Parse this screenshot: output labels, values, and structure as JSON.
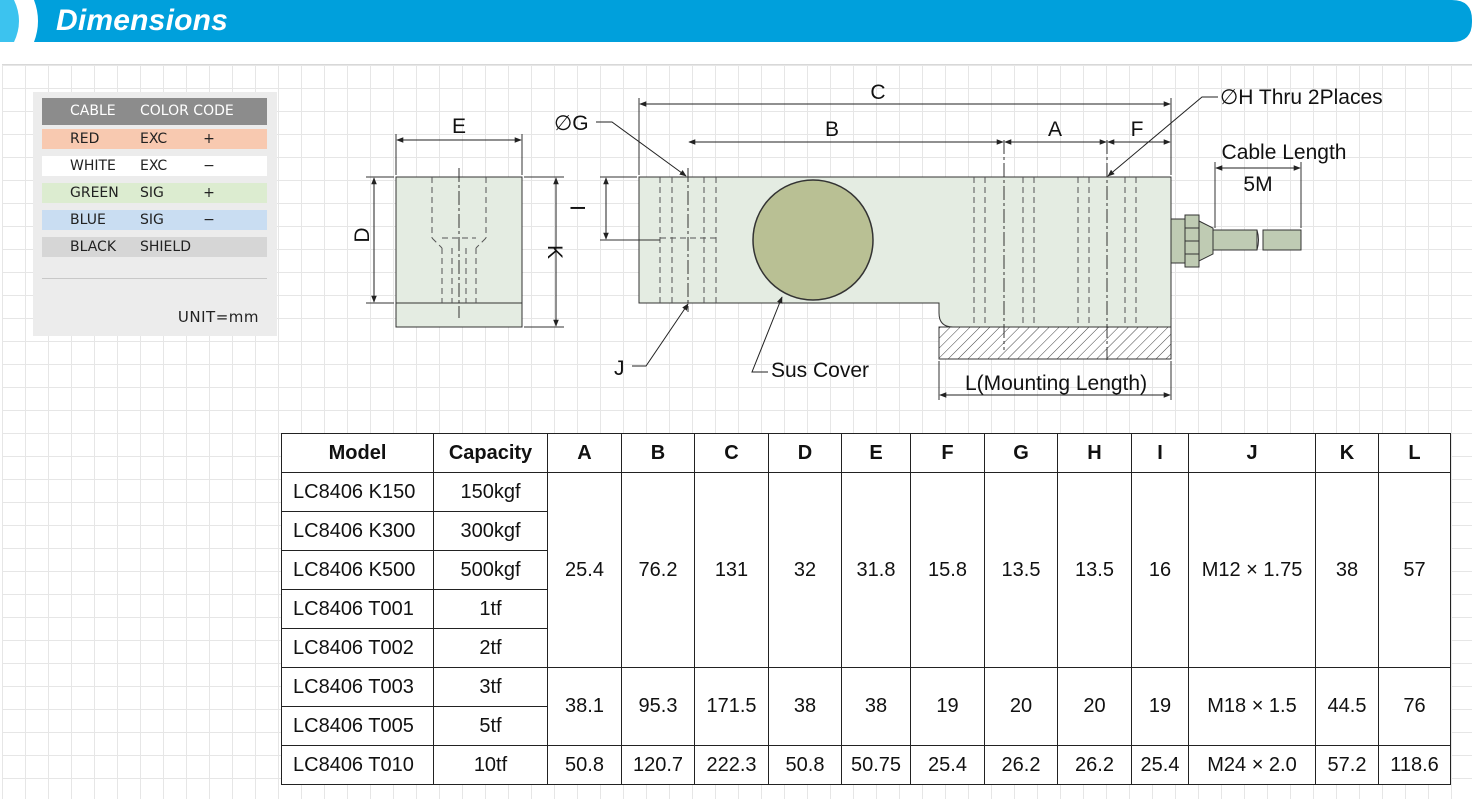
{
  "header": {
    "title": "Dimensions",
    "accent_color": "#00a0dc",
    "light_accent_color": "#3cc3ef"
  },
  "cable_legend": {
    "header": {
      "cable": "CABLE",
      "color_code": "COLOR CODE"
    },
    "rows": [
      {
        "color": "RED",
        "signal": "EXC",
        "sign": "+",
        "bg": "#f8c9b0"
      },
      {
        "color": "WHITE",
        "signal": "EXC",
        "sign": "−",
        "bg": "#ffffff"
      },
      {
        "color": "GREEN",
        "signal": "SIG",
        "sign": "+",
        "bg": "#dcecd0"
      },
      {
        "color": "BLUE",
        "signal": "SIG",
        "sign": "−",
        "bg": "#c9ddf2"
      },
      {
        "color": "BLACK",
        "signal": "SHIELD",
        "sign": "",
        "bg": "#d6d6d6"
      }
    ],
    "unit": "UNIT=mm"
  },
  "drawing": {
    "labels": {
      "E": "E",
      "D": "D",
      "K": "K",
      "C": "C",
      "B": "B",
      "A": "A",
      "F": "F",
      "I": "I",
      "G": "∅G",
      "H": "∅H Thru 2Places",
      "cable_length": "Cable Length",
      "cable_value": "5M",
      "J": "J",
      "sus_cover": "Sus Cover",
      "L": "L(Mounting Length)"
    },
    "colors": {
      "body": "#e4ece2",
      "cover": "#b9c094",
      "cable": "#bfcbb3"
    }
  },
  "table": {
    "columns": [
      "Model",
      "Capacity",
      "A",
      "B",
      "C",
      "D",
      "E",
      "F",
      "G",
      "H",
      "I",
      "J",
      "K",
      "L"
    ],
    "groups": [
      {
        "rows": [
          {
            "model": "LC8406 K150",
            "capacity": "150kgf"
          },
          {
            "model": "LC8406 K300",
            "capacity": "300kgf"
          },
          {
            "model": "LC8406 K500",
            "capacity": "500kgf"
          },
          {
            "model": "LC8406 T001",
            "capacity": "1tf"
          },
          {
            "model": "LC8406 T002",
            "capacity": "2tf"
          }
        ],
        "values": [
          "25.4",
          "76.2",
          "131",
          "32",
          "31.8",
          "15.8",
          "13.5",
          "13.5",
          "16",
          "M12 × 1.75",
          "38",
          "57"
        ]
      },
      {
        "rows": [
          {
            "model": "LC8406 T003",
            "capacity": "3tf"
          },
          {
            "model": "LC8406 T005",
            "capacity": "5tf"
          }
        ],
        "values": [
          "38.1",
          "95.3",
          "171.5",
          "38",
          "38",
          "19",
          "20",
          "20",
          "19",
          "M18 × 1.5",
          "44.5",
          "76"
        ]
      },
      {
        "rows": [
          {
            "model": "LC8406 T010",
            "capacity": "10tf"
          }
        ],
        "values": [
          "50.8",
          "120.7",
          "222.3",
          "50.8",
          "50.75",
          "25.4",
          "26.2",
          "26.2",
          "25.4",
          "M24 × 2.0",
          "57.2",
          "118.6"
        ]
      }
    ]
  }
}
